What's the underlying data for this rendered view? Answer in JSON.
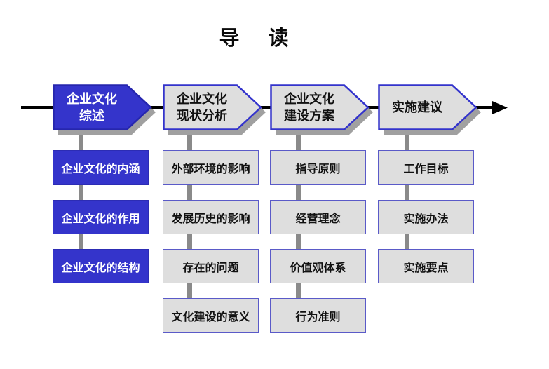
{
  "title": "导　读",
  "colors": {
    "primary_blue": "#3434CB",
    "chevron_border_blue": "#3333CC",
    "box_fill_gray": "#DEDEDE",
    "box_border_violet": "#5A5AC8",
    "shadow_gray": "#A0A0A0",
    "connector_gray": "#8A8A8A",
    "timeline_black": "#000000"
  },
  "flow": {
    "stages": [
      {
        "label_line1": "企业文化",
        "label_line2": "综述",
        "emphasis": true,
        "topics": [
          "企业文化的内涵",
          "企业文化的作用",
          "企业文化的结构"
        ]
      },
      {
        "label_line1": "企业文化",
        "label_line2": "现状分析",
        "emphasis": false,
        "topics": [
          "外部环境的影响",
          "发展历史的影响",
          "存在的问题",
          "文化建设的意义"
        ]
      },
      {
        "label_line1": "企业文化",
        "label_line2": "建设方案",
        "emphasis": false,
        "topics": [
          "指导原则",
          "经营理念",
          "价值观体系",
          "行为准则"
        ]
      },
      {
        "label_line1": "实施建议",
        "label_line2": "",
        "emphasis": false,
        "topics": [
          "工作目标",
          "实施办法",
          "实施要点"
        ]
      }
    ]
  }
}
